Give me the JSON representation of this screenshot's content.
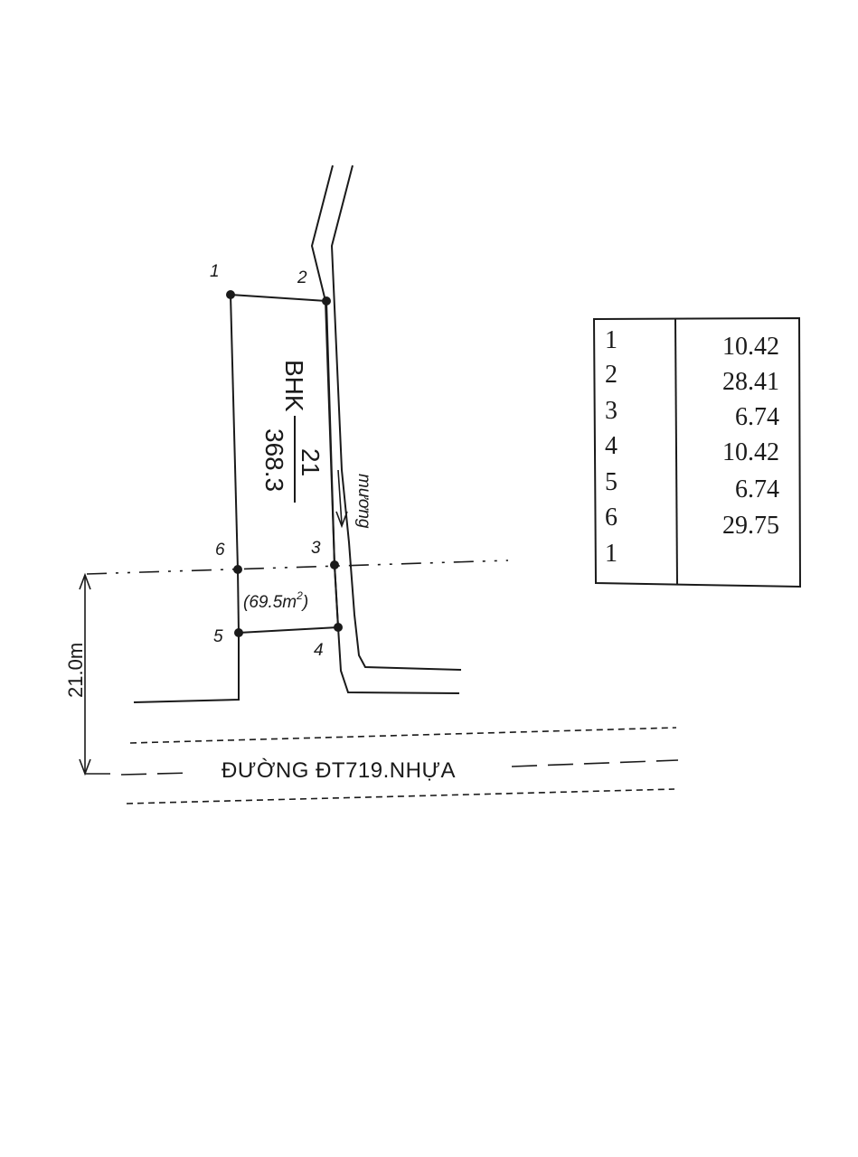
{
  "points": [
    {
      "label": "1"
    },
    {
      "label": "2"
    },
    {
      "label": "3"
    },
    {
      "label": "4"
    },
    {
      "label": "5"
    },
    {
      "label": "6"
    }
  ],
  "parcel": {
    "use_code": "BHK",
    "number": "21",
    "area": "368.3",
    "sub_area": "(69.5m",
    "sub_area_unit": "2",
    "sub_area_close": ")"
  },
  "ditch_label": "mương",
  "road_label": "ĐƯỜNG ĐT719.NHỰA",
  "setback_label": "21.0m",
  "edge_table": {
    "rows": [
      {
        "point": "1",
        "length": "10.42"
      },
      {
        "point": "2",
        "length": "28.41"
      },
      {
        "point": "3",
        "length": "6.74"
      },
      {
        "point": "4",
        "length": "10.42"
      },
      {
        "point": "5",
        "length": "6.74"
      },
      {
        "point": "6",
        "length": "29.75"
      },
      {
        "point": "1",
        "length": ""
      }
    ]
  }
}
